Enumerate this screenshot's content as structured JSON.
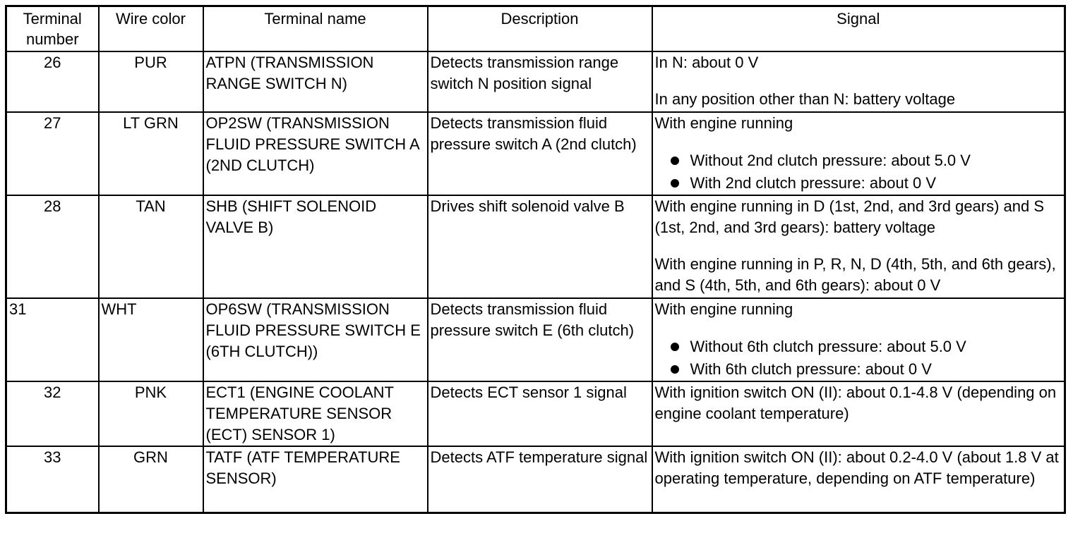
{
  "headers": {
    "terminal_number": "Terminal number",
    "wire_color": "Wire color",
    "terminal_name": "Terminal name",
    "description": "Description",
    "signal": "Signal"
  },
  "rows": [
    {
      "number": "26",
      "wire_color": "PUR",
      "terminal_name": "ATPN (TRANSMISSION RANGE SWITCH N)",
      "description": "Detects transmission range switch N position signal",
      "signal_paragraphs": [
        "In N: about 0 V",
        "In any position other than N: battery voltage"
      ]
    },
    {
      "number": "27",
      "wire_color": "LT GRN",
      "terminal_name": "OP2SW (TRANSMISSION FLUID PRESSURE SWITCH A (2ND CLUTCH)",
      "description": "Detects transmission fluid pressure switch A (2nd clutch)",
      "signal_intro": "With engine running",
      "signal_bullets": [
        "Without 2nd clutch pressure: about 5.0 V",
        "With 2nd clutch pressure: about 0 V"
      ]
    },
    {
      "number": "28",
      "wire_color": "TAN",
      "terminal_name": "SHB (SHIFT SOLENOID VALVE B)",
      "description": "Drives shift solenoid valve B",
      "signal_paragraphs": [
        "With engine running in D (1st, 2nd, and 3rd gears) and S (1st, 2nd, and 3rd gears): battery voltage",
        "With engine running in P, R, N, D (4th, 5th, and 6th gears), and S (4th, 5th, and 6th gears): about 0 V"
      ]
    },
    {
      "number": "31",
      "wire_color": "WHT",
      "terminal_name": "OP6SW (TRANSMISSION FLUID PRESSURE SWITCH E (6TH CLUTCH))",
      "description": "Detects transmission fluid pressure switch E (6th clutch)",
      "signal_intro": "With engine running",
      "signal_bullets": [
        "Without 6th clutch pressure: about 5.0 V",
        "With 6th clutch pressure: about 0 V"
      ]
    },
    {
      "number": "32",
      "wire_color": "PNK",
      "terminal_name": "ECT1 (ENGINE COOLANT TEMPERATURE SENSOR (ECT) SENSOR 1)",
      "description": "Detects ECT sensor 1 signal",
      "signal_paragraphs": [
        "With ignition switch ON (II): about 0.1-4.8 V (depending on engine coolant temperature)"
      ]
    },
    {
      "number": "33",
      "wire_color": "GRN",
      "terminal_name": "TATF (ATF TEMPERATURE SENSOR)",
      "description": "Detects ATF temperature signal",
      "signal_paragraphs": [
        "With ignition switch ON (II): about 0.2-4.0 V (about 1.8 V at operating temperature, depending on ATF temperature)"
      ]
    }
  ]
}
